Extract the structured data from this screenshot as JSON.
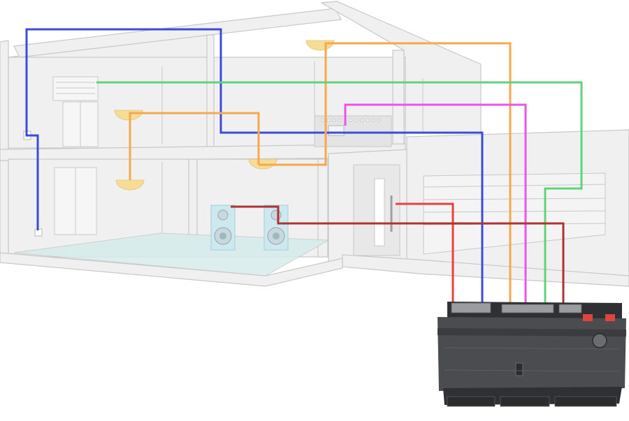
{
  "colors": {
    "house_fill": "#f0f0f0",
    "house_stroke": "#c8c8c8",
    "floor_fill": "#d6ecec",
    "lamp": "#f7dc96",
    "speaker": "#cde9ef",
    "controller_body": "#4a4c4f",
    "controller_dark": "#2e3033",
    "terminal_light": "#9a9c9f",
    "led_red": "#e0443c"
  },
  "wires": [
    {
      "name": "blue",
      "color": "#3b4bdc"
    },
    {
      "name": "orange-upper",
      "color": "#f5a94a"
    },
    {
      "name": "orange-lower",
      "color": "#f5a94a"
    },
    {
      "name": "magenta",
      "color": "#e855e8"
    },
    {
      "name": "green",
      "color": "#5fd37a"
    },
    {
      "name": "red",
      "color": "#e8403c"
    },
    {
      "name": "dark-red",
      "color": "#b03232"
    }
  ],
  "icons": {
    "lamp": "ceiling-lamp-icon",
    "speaker": "speaker-icon",
    "switch": "wall-switch-icon",
    "controller": "home-automation-controller-icon",
    "blind": "window-blind-icon",
    "door": "front-door-icon",
    "garage": "garage-door-icon",
    "panel": "control-panel-icon"
  }
}
